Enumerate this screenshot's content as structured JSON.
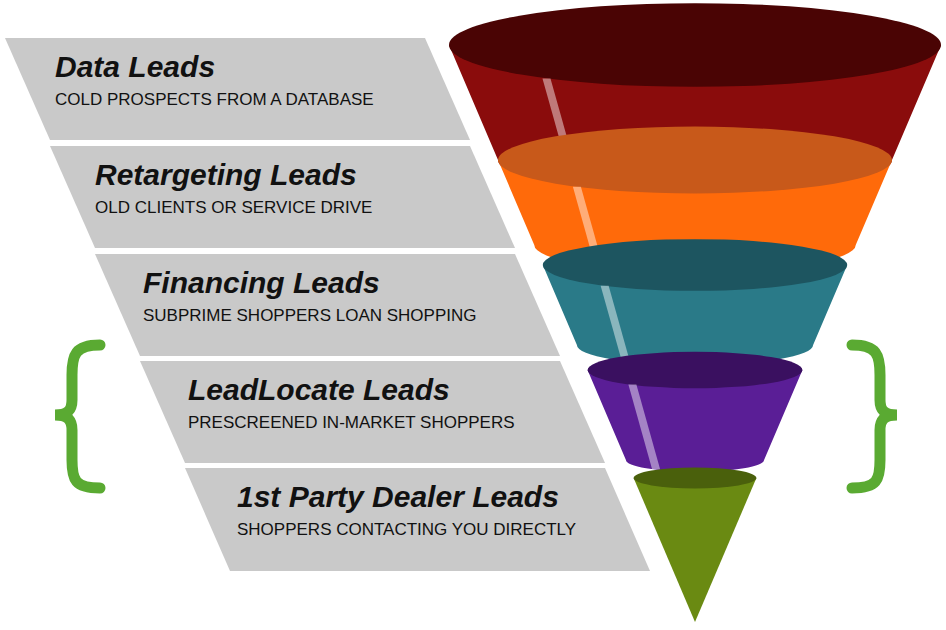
{
  "diagram": {
    "nodes": [
      {
        "text": [
          "Data Leads",
          "COLD PROSPECTS FROM A DATABASE"
        ]
      },
      {
        "text": [
          "Retargeting Leads",
          "OLD CLIENTS OR SERVICE DRIVE"
        ]
      },
      {
        "text": [
          "Financing Leads",
          "SUBPRIME SHOPPERS LOAN SHOPPING"
        ]
      },
      {
        "text": [
          "LeadLocate Leads",
          "PRESCREENED IN-MARKET SHOPPERS"
        ]
      },
      {
        "text": [
          "1st Party Dealer Leads",
          "SHOPPERS CONTACTING YOU DIRECTLY"
        ]
      }
    ]
  }
}
